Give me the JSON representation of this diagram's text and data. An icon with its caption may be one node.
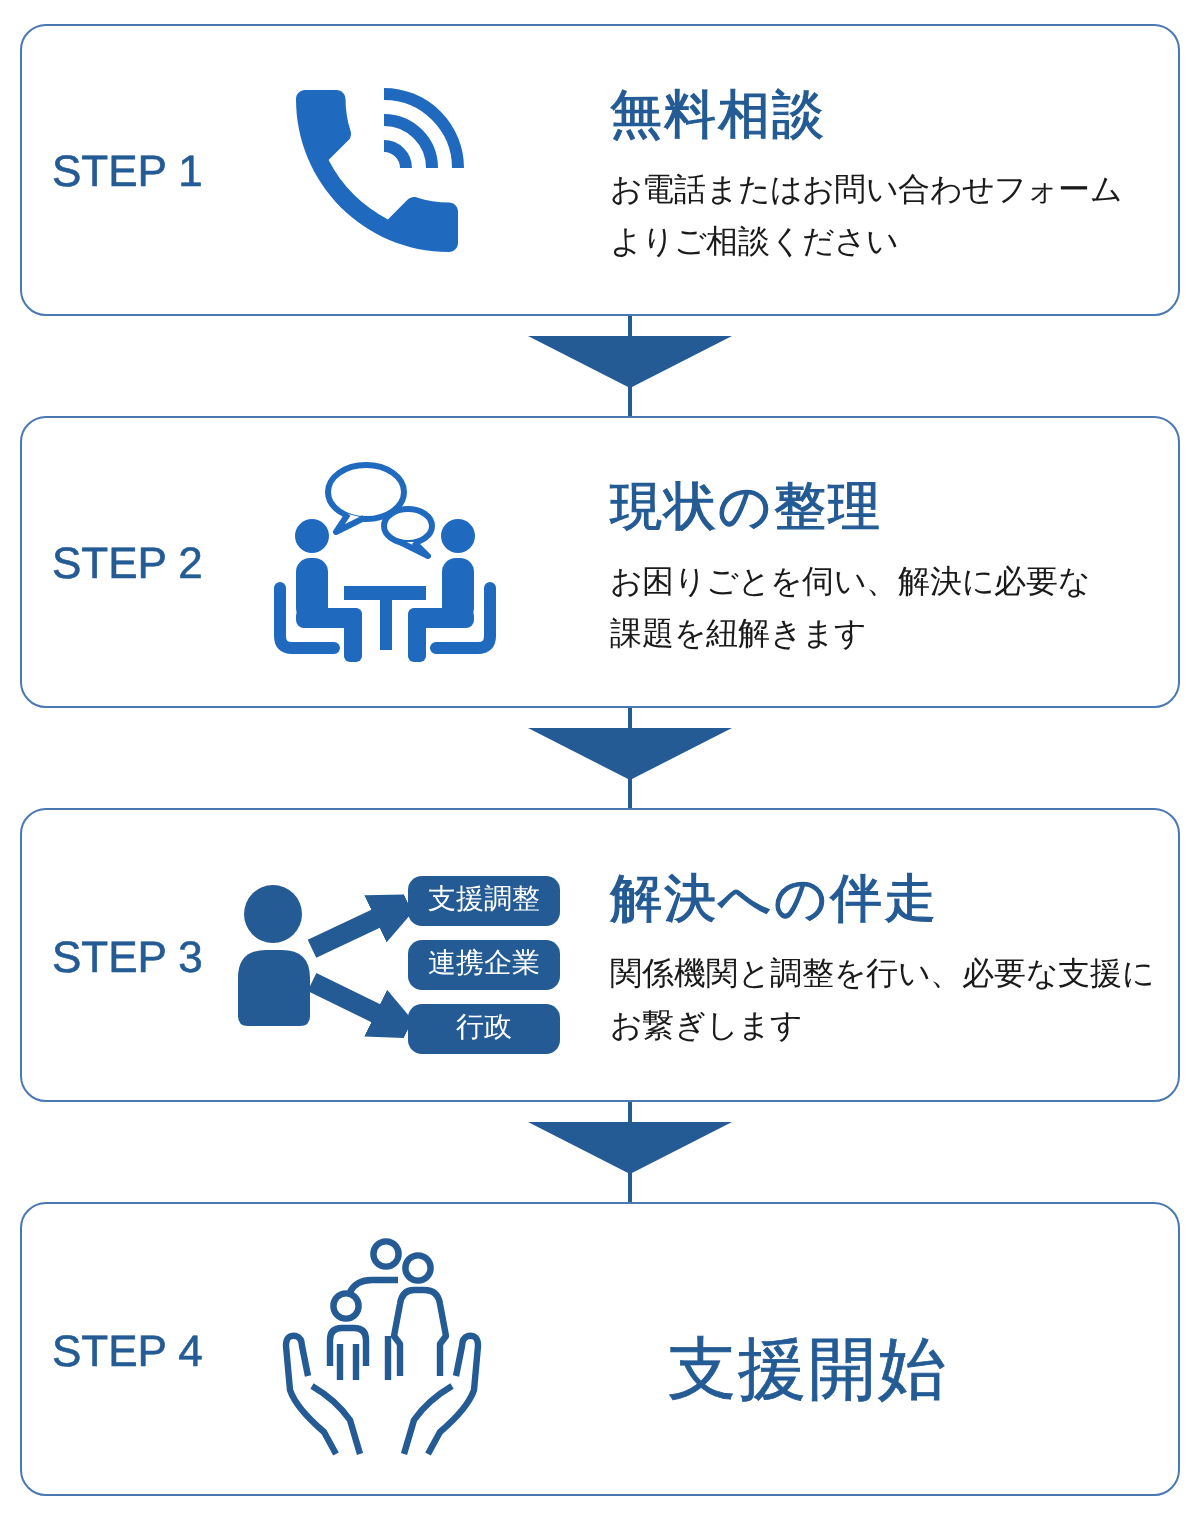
{
  "diagram": {
    "nodes": [
      {
        "text": [
          "STEP 1",
          "無料相談",
          "お電話またはお問い合わせフォームよりご相談ください"
        ]
      },
      {
        "text": [
          "STEP 2",
          "現状の整理",
          "お困りごとを伺い、解決に必要な課題を紐解きます"
        ]
      },
      {
        "text": [
          "STEP 3",
          "解決への伴走",
          "関係機関と調整を行い、必要な支援にお繋ぎします"
        ]
      },
      {
        "text": [],
        "shape": "person",
        "in": 2
      },
      {
        "text": [
          "支援調整"
        ],
        "in": 2
      },
      {
        "text": [
          "連携企業"
        ],
        "in": 2
      },
      {
        "text": [
          "行政"
        ],
        "in": 2
      },
      {
        "text": [
          "STEP 4",
          "支援開始"
        ]
      }
    ],
    "edges": [
      {
        "from": 0,
        "to": 1,
        "arrow": "to"
      },
      {
        "from": 1,
        "to": 2,
        "arrow": "to"
      },
      {
        "from": 3,
        "to": 4,
        "arrow": "to",
        "style": "thick"
      },
      {
        "from": 3,
        "to": 6,
        "arrow": "to",
        "style": "thick"
      },
      {
        "from": 2,
        "to": 7,
        "arrow": "to"
      }
    ]
  }
}
